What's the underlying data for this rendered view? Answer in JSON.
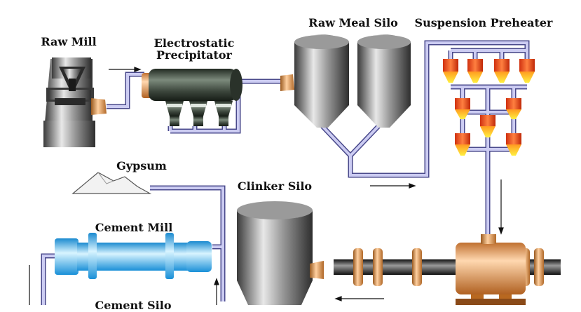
{
  "labels": {
    "raw_mill": "Raw Mill",
    "electrostatic_precipitator": "Electrostatic\nPrecipitator",
    "raw_meal_silo": "Raw Meal Silo",
    "suspension_preheater": "Suspension Preheater",
    "gypsum": "Gypsum",
    "clinker_silo": "Clinker Silo",
    "cement_mill": "Cement Mill",
    "cement_silo": "Cement Silo"
  },
  "colors": {
    "pipe_fill": "#ccccf2",
    "pipe_edge": "#4a4a8c",
    "steel_light": "#e8e8e8",
    "steel_dark": "#3a3a3a",
    "precipitator_body": "#3f4a3f",
    "copper": "#e8a060",
    "cyclone_red": "#e84020",
    "cyclone_yellow": "#ffe030",
    "mill_blue": "#30b8f0"
  }
}
